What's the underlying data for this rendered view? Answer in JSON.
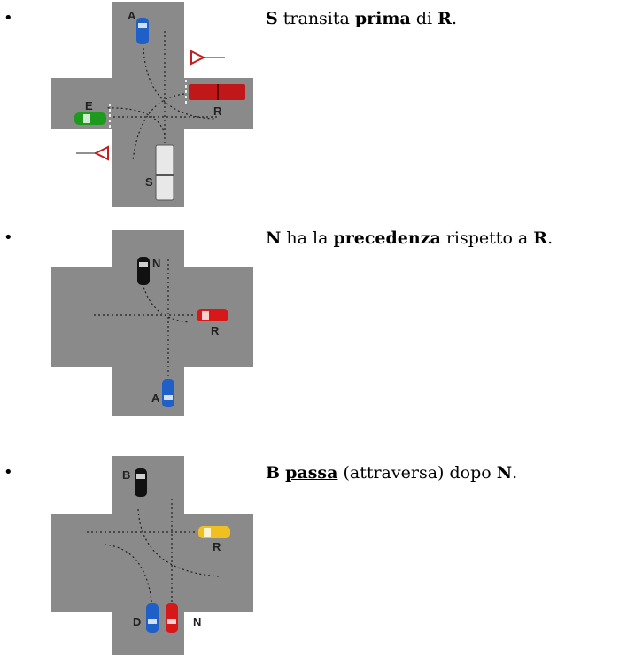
{
  "items": [
    {
      "parts": [
        {
          "text": "S",
          "style": "bold"
        },
        {
          "text": " transita ",
          "style": "normal"
        },
        {
          "text": "prima",
          "style": "bold"
        },
        {
          "text": " di ",
          "style": "normal"
        },
        {
          "text": "R",
          "style": "bold"
        },
        {
          "text": ".",
          "style": "normal"
        }
      ],
      "vehicles": [
        {
          "id": "A",
          "color": "#1f5fc8",
          "kind": "car"
        },
        {
          "id": "R",
          "color": "#c01818",
          "kind": "truck"
        },
        {
          "id": "E",
          "color": "#1e9a1e",
          "kind": "car"
        },
        {
          "id": "S",
          "color": "#e8e8e8",
          "kind": "truck"
        }
      ],
      "signs": [
        "yield-sign-top-right",
        "yield-sign-bottom-left"
      ]
    },
    {
      "parts": [
        {
          "text": "N",
          "style": "bold"
        },
        {
          "text": " ha la ",
          "style": "normal"
        },
        {
          "text": "precedenza",
          "style": "bold"
        },
        {
          "text": " rispetto a ",
          "style": "normal"
        },
        {
          "text": "R",
          "style": "bold"
        },
        {
          "text": ".",
          "style": "normal"
        }
      ],
      "vehicles": [
        {
          "id": "N",
          "color": "#111111",
          "kind": "car"
        },
        {
          "id": "R",
          "color": "#d81818",
          "kind": "car"
        },
        {
          "id": "A",
          "color": "#1f5fc8",
          "kind": "car"
        }
      ]
    },
    {
      "parts": [
        {
          "text": "B",
          "style": "bold"
        },
        {
          "text": " ",
          "style": "normal"
        },
        {
          "text": "passa",
          "style": "bold-underline"
        },
        {
          "text": " (attraversa) dopo ",
          "style": "normal"
        },
        {
          "text": "N",
          "style": "bold"
        },
        {
          "text": ".",
          "style": "normal"
        }
      ],
      "vehicles": [
        {
          "id": "B",
          "color": "#111111",
          "kind": "car"
        },
        {
          "id": "R",
          "color": "#f0c020",
          "kind": "car"
        },
        {
          "id": "D",
          "color": "#1f5fc8",
          "kind": "car"
        },
        {
          "id": "N",
          "color": "#d81818",
          "kind": "car"
        }
      ]
    }
  ]
}
